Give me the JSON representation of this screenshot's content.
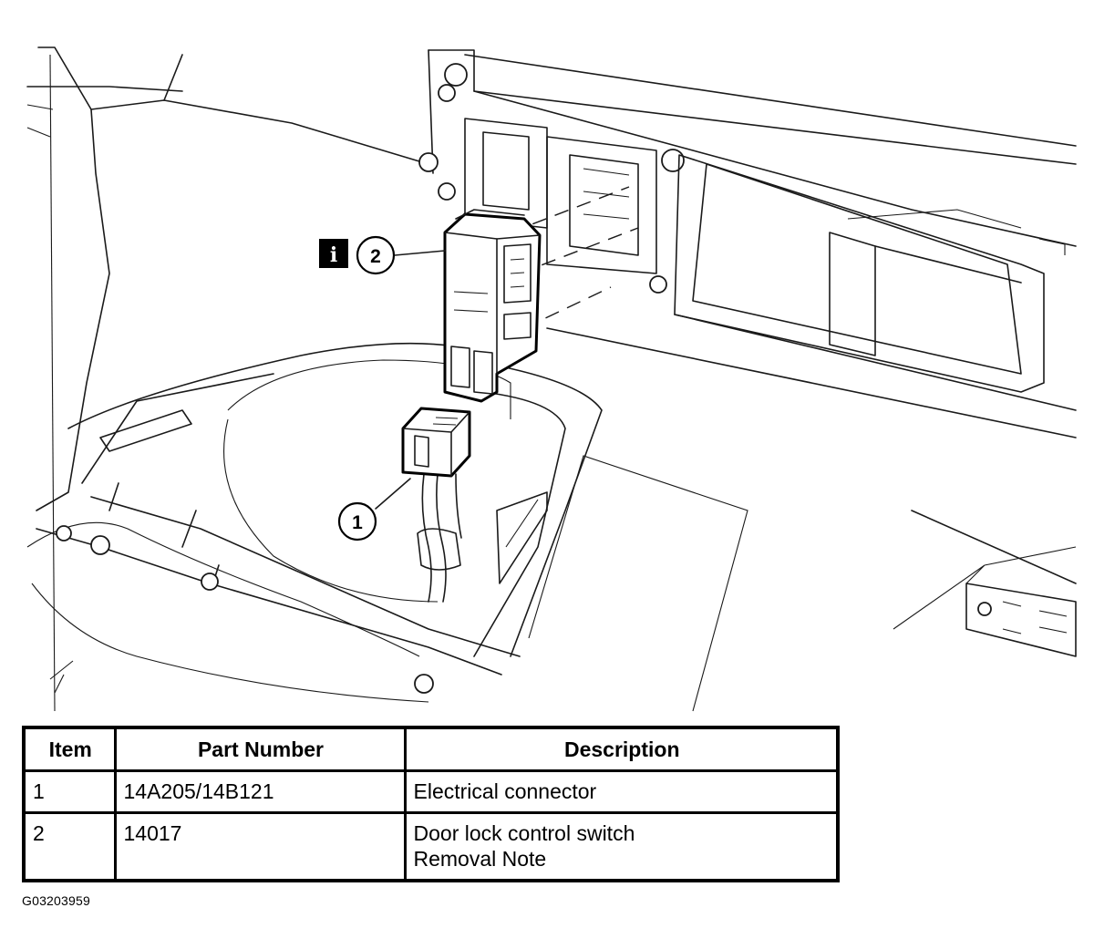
{
  "diagram": {
    "callouts": [
      {
        "label": "1"
      },
      {
        "label": "2"
      }
    ],
    "info_icon_glyph": "i",
    "info_icon": "info-icon"
  },
  "table": {
    "headers": {
      "item": "Item",
      "part_number": "Part Number",
      "description": "Description"
    },
    "rows": [
      {
        "item": "1",
        "part_number": "14A205/14B121",
        "description_lines": [
          "Electrical connector"
        ]
      },
      {
        "item": "2",
        "part_number": "14017",
        "description_lines": [
          "Door lock control switch",
          "Removal Note"
        ]
      }
    ]
  },
  "figure_id": "G03203959"
}
